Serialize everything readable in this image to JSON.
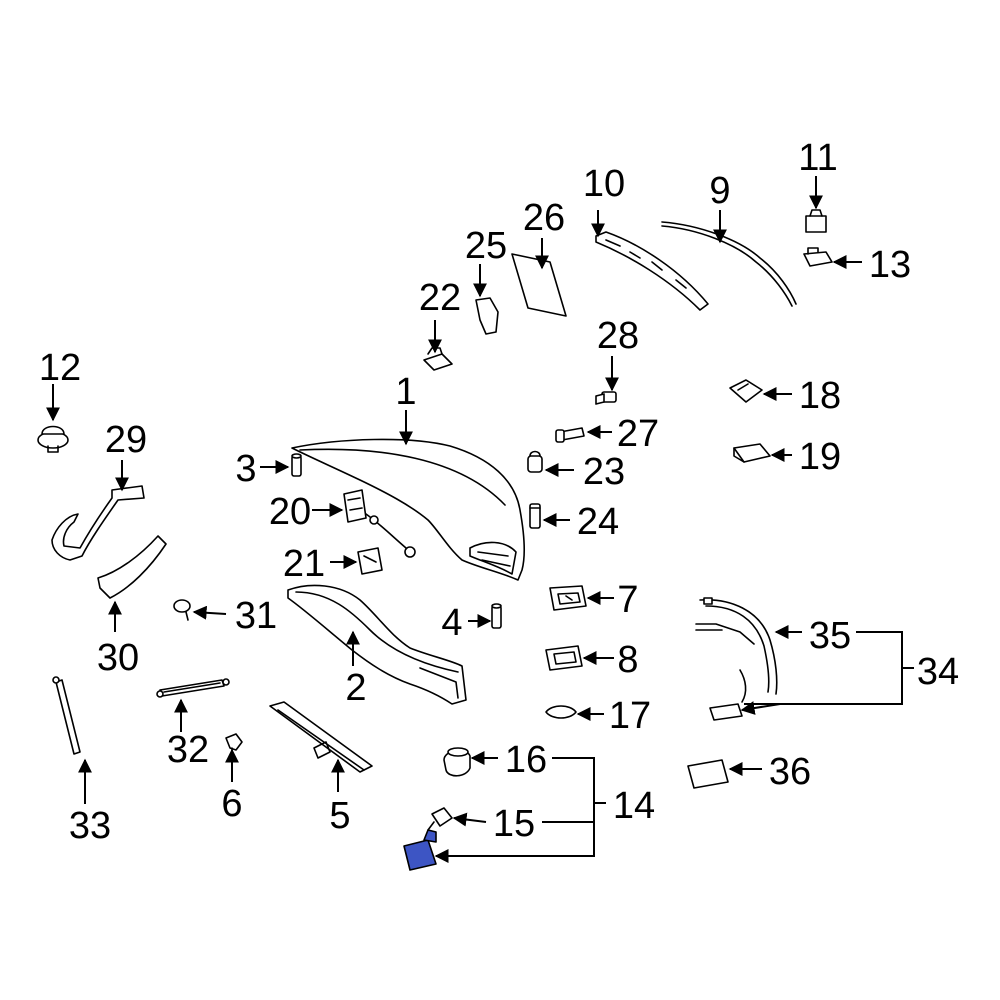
{
  "diagram": {
    "highlight_color": "#3d55c4",
    "callouts": {
      "c1": "1",
      "c2": "2",
      "c3": "3",
      "c4": "4",
      "c5": "5",
      "c6": "6",
      "c7": "7",
      "c8": "8",
      "c9": "9",
      "c10": "10",
      "c11": "11",
      "c12": "12",
      "c13": "13",
      "c14": "14",
      "c15": "15",
      "c16": "16",
      "c17": "17",
      "c18": "18",
      "c19": "19",
      "c20": "20",
      "c21": "21",
      "c22": "22",
      "c23": "23",
      "c24": "24",
      "c25": "25",
      "c26": "26",
      "c27": "27",
      "c28": "28",
      "c29": "29",
      "c30": "30",
      "c31": "31",
      "c32": "32",
      "c33": "33",
      "c34": "34",
      "c35": "35",
      "c36": "36"
    }
  }
}
